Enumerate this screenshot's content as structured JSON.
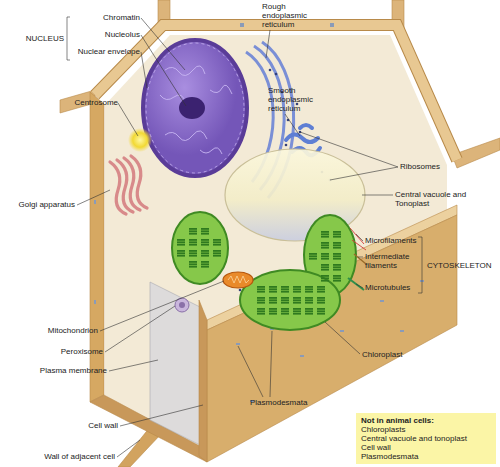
{
  "diagram": {
    "nodes": [
      {
        "text": [
          "Not in animal cells:",
          "Chloroplasts",
          "Central vacuole and tonoplast",
          "Cell wall",
          "Plasmodesmata"
        ]
      }
    ],
    "labels": [
      "Chromatin",
      "Nucleolus",
      "NUCLEUS",
      "Nuclear envelope",
      "Rough endoplasmic reticulum",
      "Smooth endoplasmic reticulum",
      "Centrosome",
      "Ribosomes",
      "Golgi apparatus",
      "Central vacuole and Tonoplast",
      "Microfilaments",
      "Intermediate filaments",
      "CYTOSKELETON",
      "Microtubules",
      "Mitochondrion",
      "Peroxisome",
      "Chloroplast",
      "Plasma membrane",
      "Plasmodesmata",
      "Cell wall",
      "Wall of adjacent cell"
    ]
  }
}
